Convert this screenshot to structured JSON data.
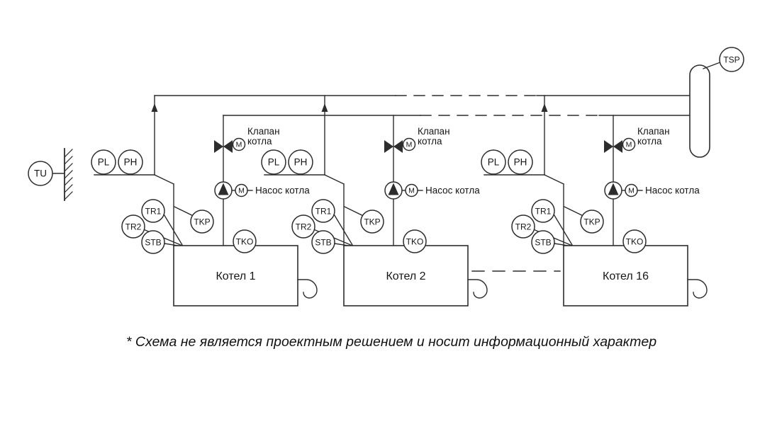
{
  "title_note": "* Схема не является проектным решением и носит информационный характер",
  "outdoor_sensor": {
    "label": "TU"
  },
  "separator": {
    "sensor_label": "TSP"
  },
  "colors": {
    "line": "#2d2d2d",
    "background": "#ffffff"
  },
  "groups": [
    {
      "boiler_label": "Котел 1",
      "valve": {
        "label_line1": "Клапан",
        "label_line2": "котла",
        "motor_label": "M"
      },
      "pump": {
        "label": "Насос котла",
        "motor_label": "M"
      },
      "sensors": {
        "pl": "PL",
        "ph": "PH",
        "tr1": "TR1",
        "tr2": "TR2",
        "stb": "STB",
        "tkp": "TKP",
        "tko": "TKO"
      }
    },
    {
      "boiler_label": "Котел 2",
      "valve": {
        "label_line1": "Клапан",
        "label_line2": "котла",
        "motor_label": "M"
      },
      "pump": {
        "label": "Насос котла",
        "motor_label": "M"
      },
      "sensors": {
        "pl": "PL",
        "ph": "PH",
        "tr1": "TR1",
        "tr2": "TR2",
        "stb": "STB",
        "tkp": "TKP",
        "tko": "TKO"
      }
    },
    {
      "boiler_label": "Котел 16",
      "valve": {
        "label_line1": "Клапан",
        "label_line2": "котла",
        "motor_label": "M"
      },
      "pump": {
        "label": "Насос котла",
        "motor_label": "M"
      },
      "sensors": {
        "pl": "PL",
        "ph": "PH",
        "tr1": "TR1",
        "tr2": "TR2",
        "stb": "STB",
        "tkp": "TKP",
        "tko": "TKO"
      }
    }
  ]
}
